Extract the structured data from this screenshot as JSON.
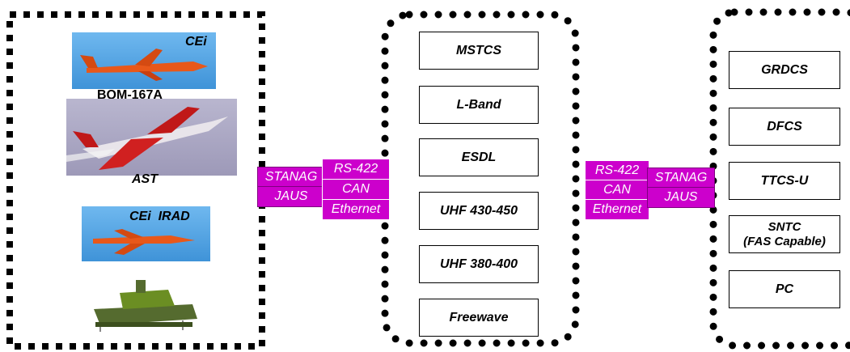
{
  "vehicles": {
    "top_label": "CEi",
    "bqm_label": "BQM-167A",
    "ast_label": "AST",
    "irad_label": "CEi  IRAD"
  },
  "left_links": {
    "protocols": [
      "STANAG",
      "JAUS"
    ],
    "buses": [
      "RS-422",
      "CAN",
      "Ethernet"
    ]
  },
  "middle_systems": [
    "MSTCS",
    "L-Band",
    "ESDL",
    "UHF 430-450",
    "UHF 380-400",
    "Freewave"
  ],
  "right_links": {
    "buses": [
      "RS-422",
      "CAN",
      "Ethernet"
    ],
    "protocols": [
      "STANAG",
      "JAUS"
    ]
  },
  "right_systems": [
    "GRDCS",
    "DFCS",
    "TTCS-U",
    "SNTC\n(FAS Capable)",
    "PC"
  ],
  "colors": {
    "link_fill": "#cc00cc",
    "sky": "#5aa9e6",
    "drone": "#e8581a"
  }
}
